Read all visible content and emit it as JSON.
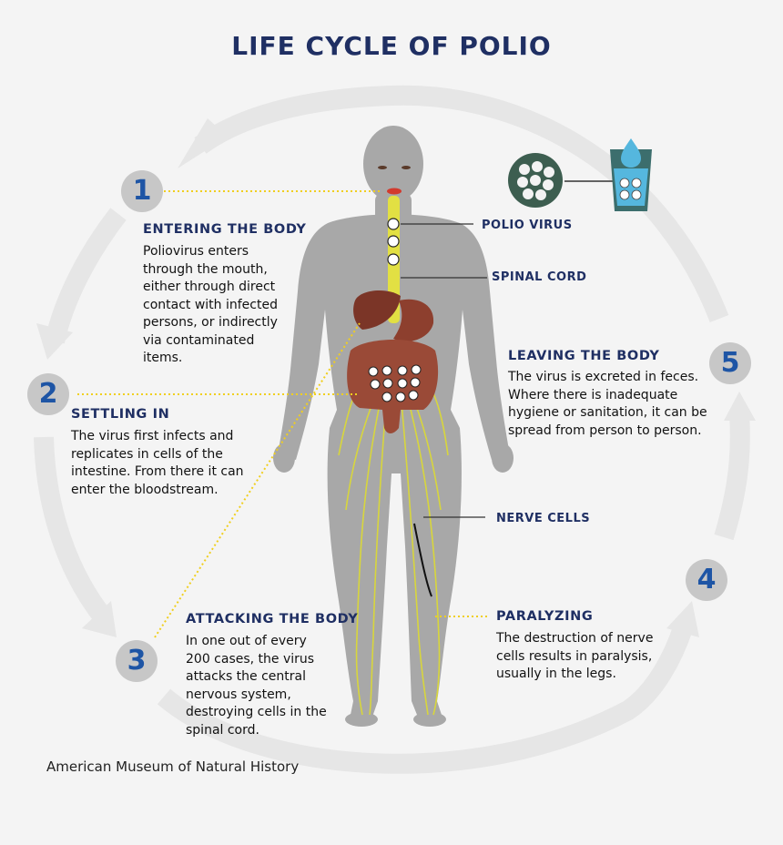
{
  "title": "LIFE CYCLE OF POLIO",
  "steps": [
    {
      "number": "1",
      "heading": "ENTERING THE BODY",
      "lines": [
        "Poliovirus enters",
        "through the mouth,",
        "either through direct",
        "contact with infected",
        "persons, or indirectly",
        "via contaminated",
        "items."
      ]
    },
    {
      "number": "2",
      "heading": "SETTLING IN",
      "lines": [
        "The virus first infects and",
        "replicates in cells of the",
        "intestine. From there it can",
        "enter the bloodstream."
      ]
    },
    {
      "number": "3",
      "heading": "ATTACKING THE BODY",
      "lines": [
        "In one out of every",
        "200 cases, the virus",
        "attacks the central",
        "nervous system,",
        "destroying cells in the",
        "spinal cord."
      ]
    },
    {
      "number": "4",
      "heading": "PARALYZING",
      "lines": [
        "The destruction of nerve",
        "cells results in paralysis,",
        "usually in the legs."
      ]
    },
    {
      "number": "5",
      "heading": "LEAVING THE BODY",
      "lines": [
        "The virus is excreted in feces.",
        "Where there is inadequate",
        "hygiene or sanitation, it can be",
        "spread from person to person."
      ]
    }
  ],
  "callouts": {
    "polio_virus": "POLIO VIRUS",
    "spinal_cord": "SPINAL CORD",
    "nerve_cells": "NERVE CELLS"
  },
  "credit": "American Museum of Natural History",
  "colors": {
    "heading": "#1f2f63",
    "number": "#1e55a5",
    "number_circle": "#c7c7c7",
    "cycle_arrow": "#e6e6e6",
    "body": "#a8a8a8",
    "spinal_cord": "#e2e043",
    "organ": "#7b3527",
    "dotted_line": "#f0cf1e"
  },
  "icons": [
    "polio-virus-icon",
    "water-glass-icon",
    "human-body-figure"
  ]
}
